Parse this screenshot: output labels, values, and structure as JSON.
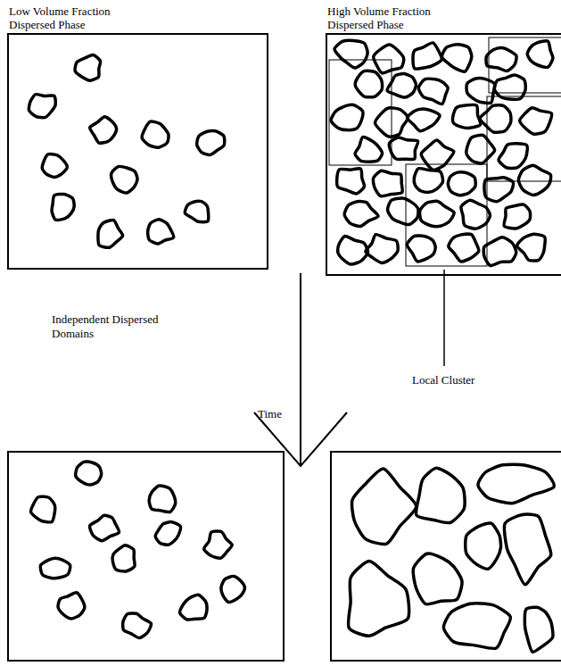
{
  "diagram": {
    "nodes": [
      {
        "text": [
          "Low Volume Fraction Dispersed Phase"
        ]
      },
      {
        "text": [
          "High Volume Fraction Dispersed Phase"
        ]
      }
    ],
    "labels": [
      "Independent Dispersed Domains",
      "Time",
      "Local Cluster"
    ]
  }
}
